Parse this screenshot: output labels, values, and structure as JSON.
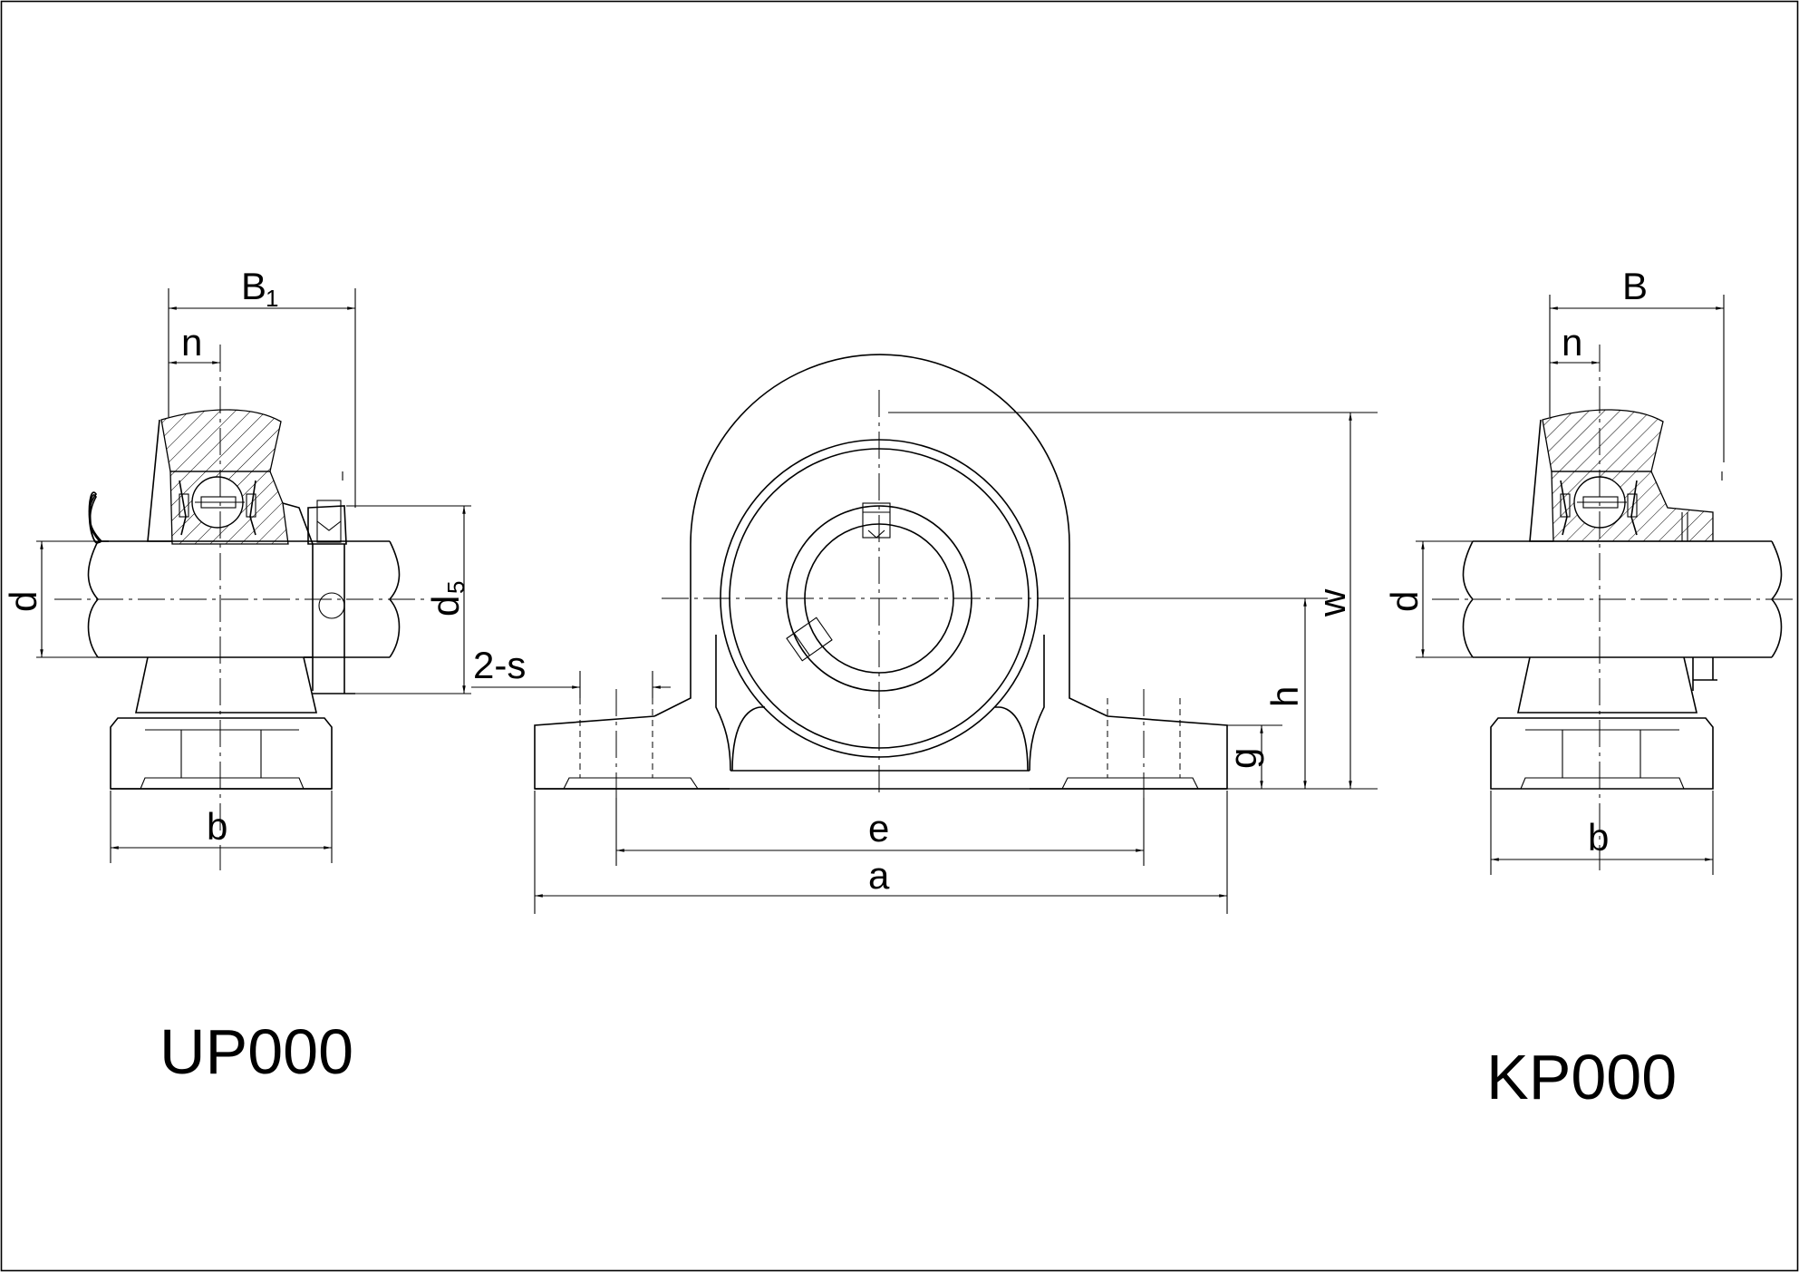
{
  "labels": {
    "up_model": "UP000",
    "kp_model": "KP000"
  },
  "dims": {
    "B1": "B",
    "B1_sub": "1",
    "B": "B",
    "n": "n",
    "d": "d",
    "d5": "d",
    "d5_sub": "5",
    "b": "b",
    "s": "2-s",
    "w": "w",
    "h": "h",
    "g": "g",
    "e": "e",
    "a": "a"
  },
  "colors": {
    "line": "#000000",
    "background": "#ffffff"
  }
}
